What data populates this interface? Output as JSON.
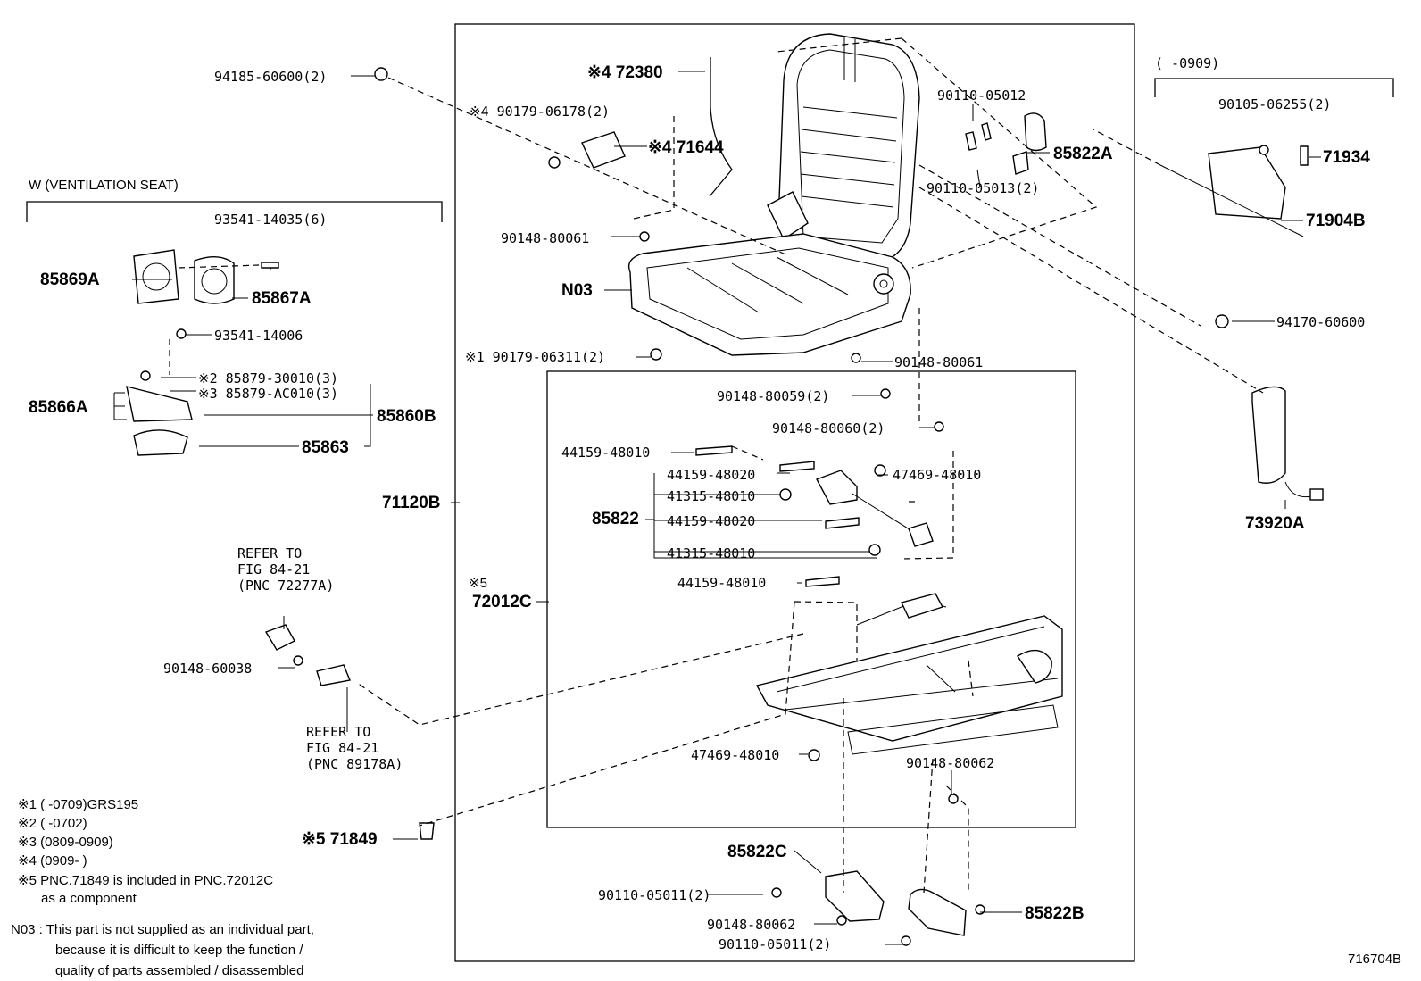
{
  "diagram_id": "716704B",
  "group_headers": {
    "ventilation": "W (VENTILATION  SEAT)",
    "range_0909": "(      -0909)"
  },
  "labels": {
    "p94185": "94185-60600(2)",
    "p72380": "※4 72380",
    "p90179_06178": "※4 90179-06178(2)",
    "p71644": "※4 71644",
    "p90110_05012": "90110-05012",
    "p85822A": "85822A",
    "p90110_05013": "90110-05013(2)",
    "p90105": "90105-06255(2)",
    "p71934": "71934",
    "p71904B": "71904B",
    "p94170": "94170-60600",
    "p73920A": "73920A",
    "p93541_14035": "93541-14035(6)",
    "p85869A": "85869A",
    "p85867A": "85867A",
    "p93541_14006": "93541-14006",
    "p85879_30010": "※2 85879-30010(3)",
    "p85879_AC010": "※3 85879-AC010(3)",
    "p85866A": "85866A",
    "p85860B": "85860B",
    "p85863": "85863",
    "p71120B": "71120B",
    "p90148_80061a": "90148-80061",
    "pN03": "N03",
    "p90179_06311": "※1 90179-06311(2)",
    "p90148_80061b": "90148-80061",
    "p90148_80059": "90148-80059(2)",
    "p90148_80060": "90148-80060(2)",
    "p44159_48010a": "44159-48010",
    "p44159_48020a": "44159-48020",
    "p47469_48010a": "47469-48010",
    "p41315_48010a": "41315-48010",
    "p85822": "85822",
    "p44159_48020b": "44159-48020",
    "p41315_48010b": "41315-48010",
    "p44159_48010b": "44159-48010",
    "p72012C_note": "※5",
    "p72012C": "72012C",
    "p47469_48010b": "47469-48010",
    "p90148_80062a": "90148-80062",
    "p90148_60038": "90148-60038",
    "refer1_line1": "REFER TO",
    "refer1_line2": "FIG 84-21",
    "refer1_line3": "(PNC 72277A)",
    "refer2_line1": "REFER TO",
    "refer2_line2": "FIG 84-21",
    "refer2_line3": "(PNC 89178A)",
    "p71849": "※5 71849",
    "p85822C": "85822C",
    "p90110_05011a": "90110-05011(2)",
    "p90148_80062b": "90148-80062",
    "p90110_05011b": "90110-05011(2)",
    "p85822B": "85822B"
  },
  "footnotes": [
    "※1 (      -0709)GRS195",
    "※2 (      -0702)",
    "※3 (0809-0909)",
    "※4 (0909-      )",
    "※5 PNC.71849  is included in PNC.72012C",
    "    as a component"
  ],
  "n03_note": [
    "N03 : This part is not supplied as an individual part,",
    "because it is difficult to keep the function /",
    "quality of parts assembled / disassembled"
  ]
}
